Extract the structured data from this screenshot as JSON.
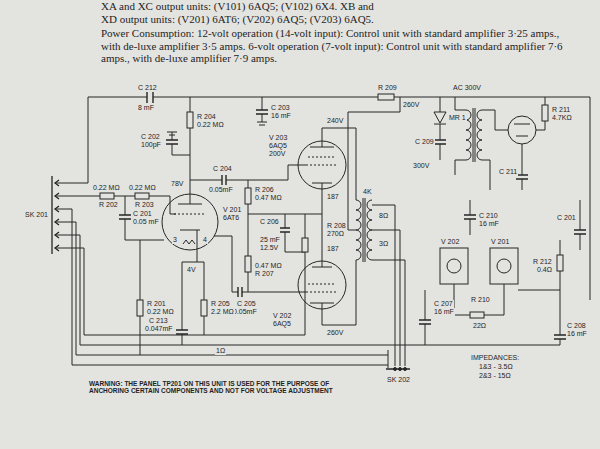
{
  "diagram": {
    "labels": [
      "XA and XC output units: (V101) 6AQ5; (V102) 6X4. XB and",
      "XD output units: (V201) 6AT6; (V202) 6AQ5; (V203) 6AQ5.",
      "Power Consumption: 12-volt operation (14-volt input): Control unit with standard amplifier 3·25 amps., with de-luxe amplifier 3·5 amps. 6-volt operation (7-volt input): Control unit with standard amplifier 7·6 amps., with de-luxe amplifier 7·9 amps.",
      "C 212",
      "8 mF",
      "R 204",
      "0.22 MΩ",
      "C 202",
      "100pF",
      "C 203",
      "16 mF",
      "R 209",
      "260V",
      "240V",
      "V 203",
      "6AQ5",
      "200V",
      "187",
      "C 204",
      "0.05mF",
      "R 206",
      "0.47 MΩ",
      "C 206",
      "25 mF",
      "12.5V",
      "R 208",
      "270Ω",
      "187",
      "0.47 MΩ",
      "R 207",
      "C 205",
      "0.05mF",
      "V 202",
      "6AQ5",
      "260V",
      "4K",
      "8Ω",
      "3Ω",
      "0.22 MΩ",
      "R 202",
      "0.22 MΩ",
      "R 203",
      "C 201",
      "0.05 mF",
      "78V",
      "V 201",
      "6AT6",
      "3",
      "4",
      "4V",
      "R 201",
      "0.22 MΩ",
      "R 205",
      "2.2 MΩ",
      "C 213",
      "0.047mF",
      "1Ω",
      "SK 201",
      "AC 300V",
      "MR 1",
      "C 209",
      "300V",
      "R 211",
      "4.7KΩ",
      "C 211",
      "C 210",
      "16 mF",
      "V 202",
      "V 201",
      "R 210",
      "22Ω",
      "R 212",
      "0.4Ω",
      "C 201",
      "C 207",
      "16 mF",
      "C 208",
      "16 mF",
      "SK 202",
      "IMPEDANCES:",
      "1&3 - 3.5Ω",
      "2&3 - 15Ω",
      "WARNING: THE PANEL TP201 ON THIS UNIT IS USED FOR THE PURPOSE OF ANCHORING CERTAIN COMPONENTS AND NOT FOR VOLTAGE ADJUSTMENT"
    ]
  }
}
